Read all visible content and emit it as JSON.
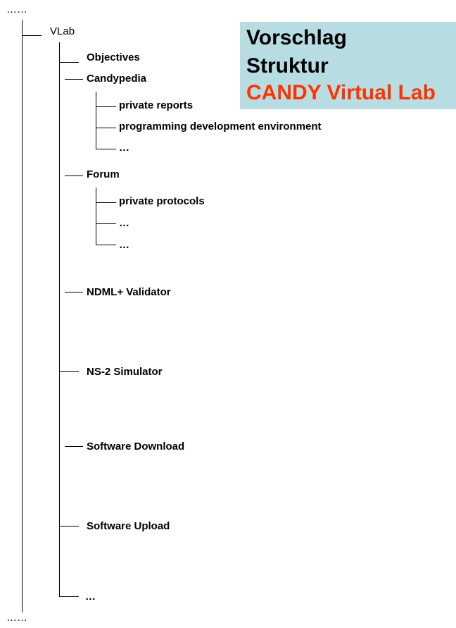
{
  "title_box": {
    "line1": "Vorschlag",
    "line2": "Struktur",
    "line3": "CANDY Virtual Lab",
    "background": "#b7dde3",
    "accent_color": "#ff3300"
  },
  "tree": {
    "top_ellipsis": "……",
    "bottom_ellipsis": "……",
    "root": "VLab",
    "objectives": "Objectives",
    "candypedia": "Candypedia",
    "candypedia_children": [
      "private reports",
      "programming development environment",
      "…"
    ],
    "forum": "Forum",
    "forum_children": [
      "private protocols",
      "…",
      "…"
    ],
    "ndml_validator": "NDML+ Validator",
    "ns2_simulator": "NS-2 Simulator",
    "software_download": "Software Download",
    "software_upload": "Software Upload",
    "more": "…"
  }
}
